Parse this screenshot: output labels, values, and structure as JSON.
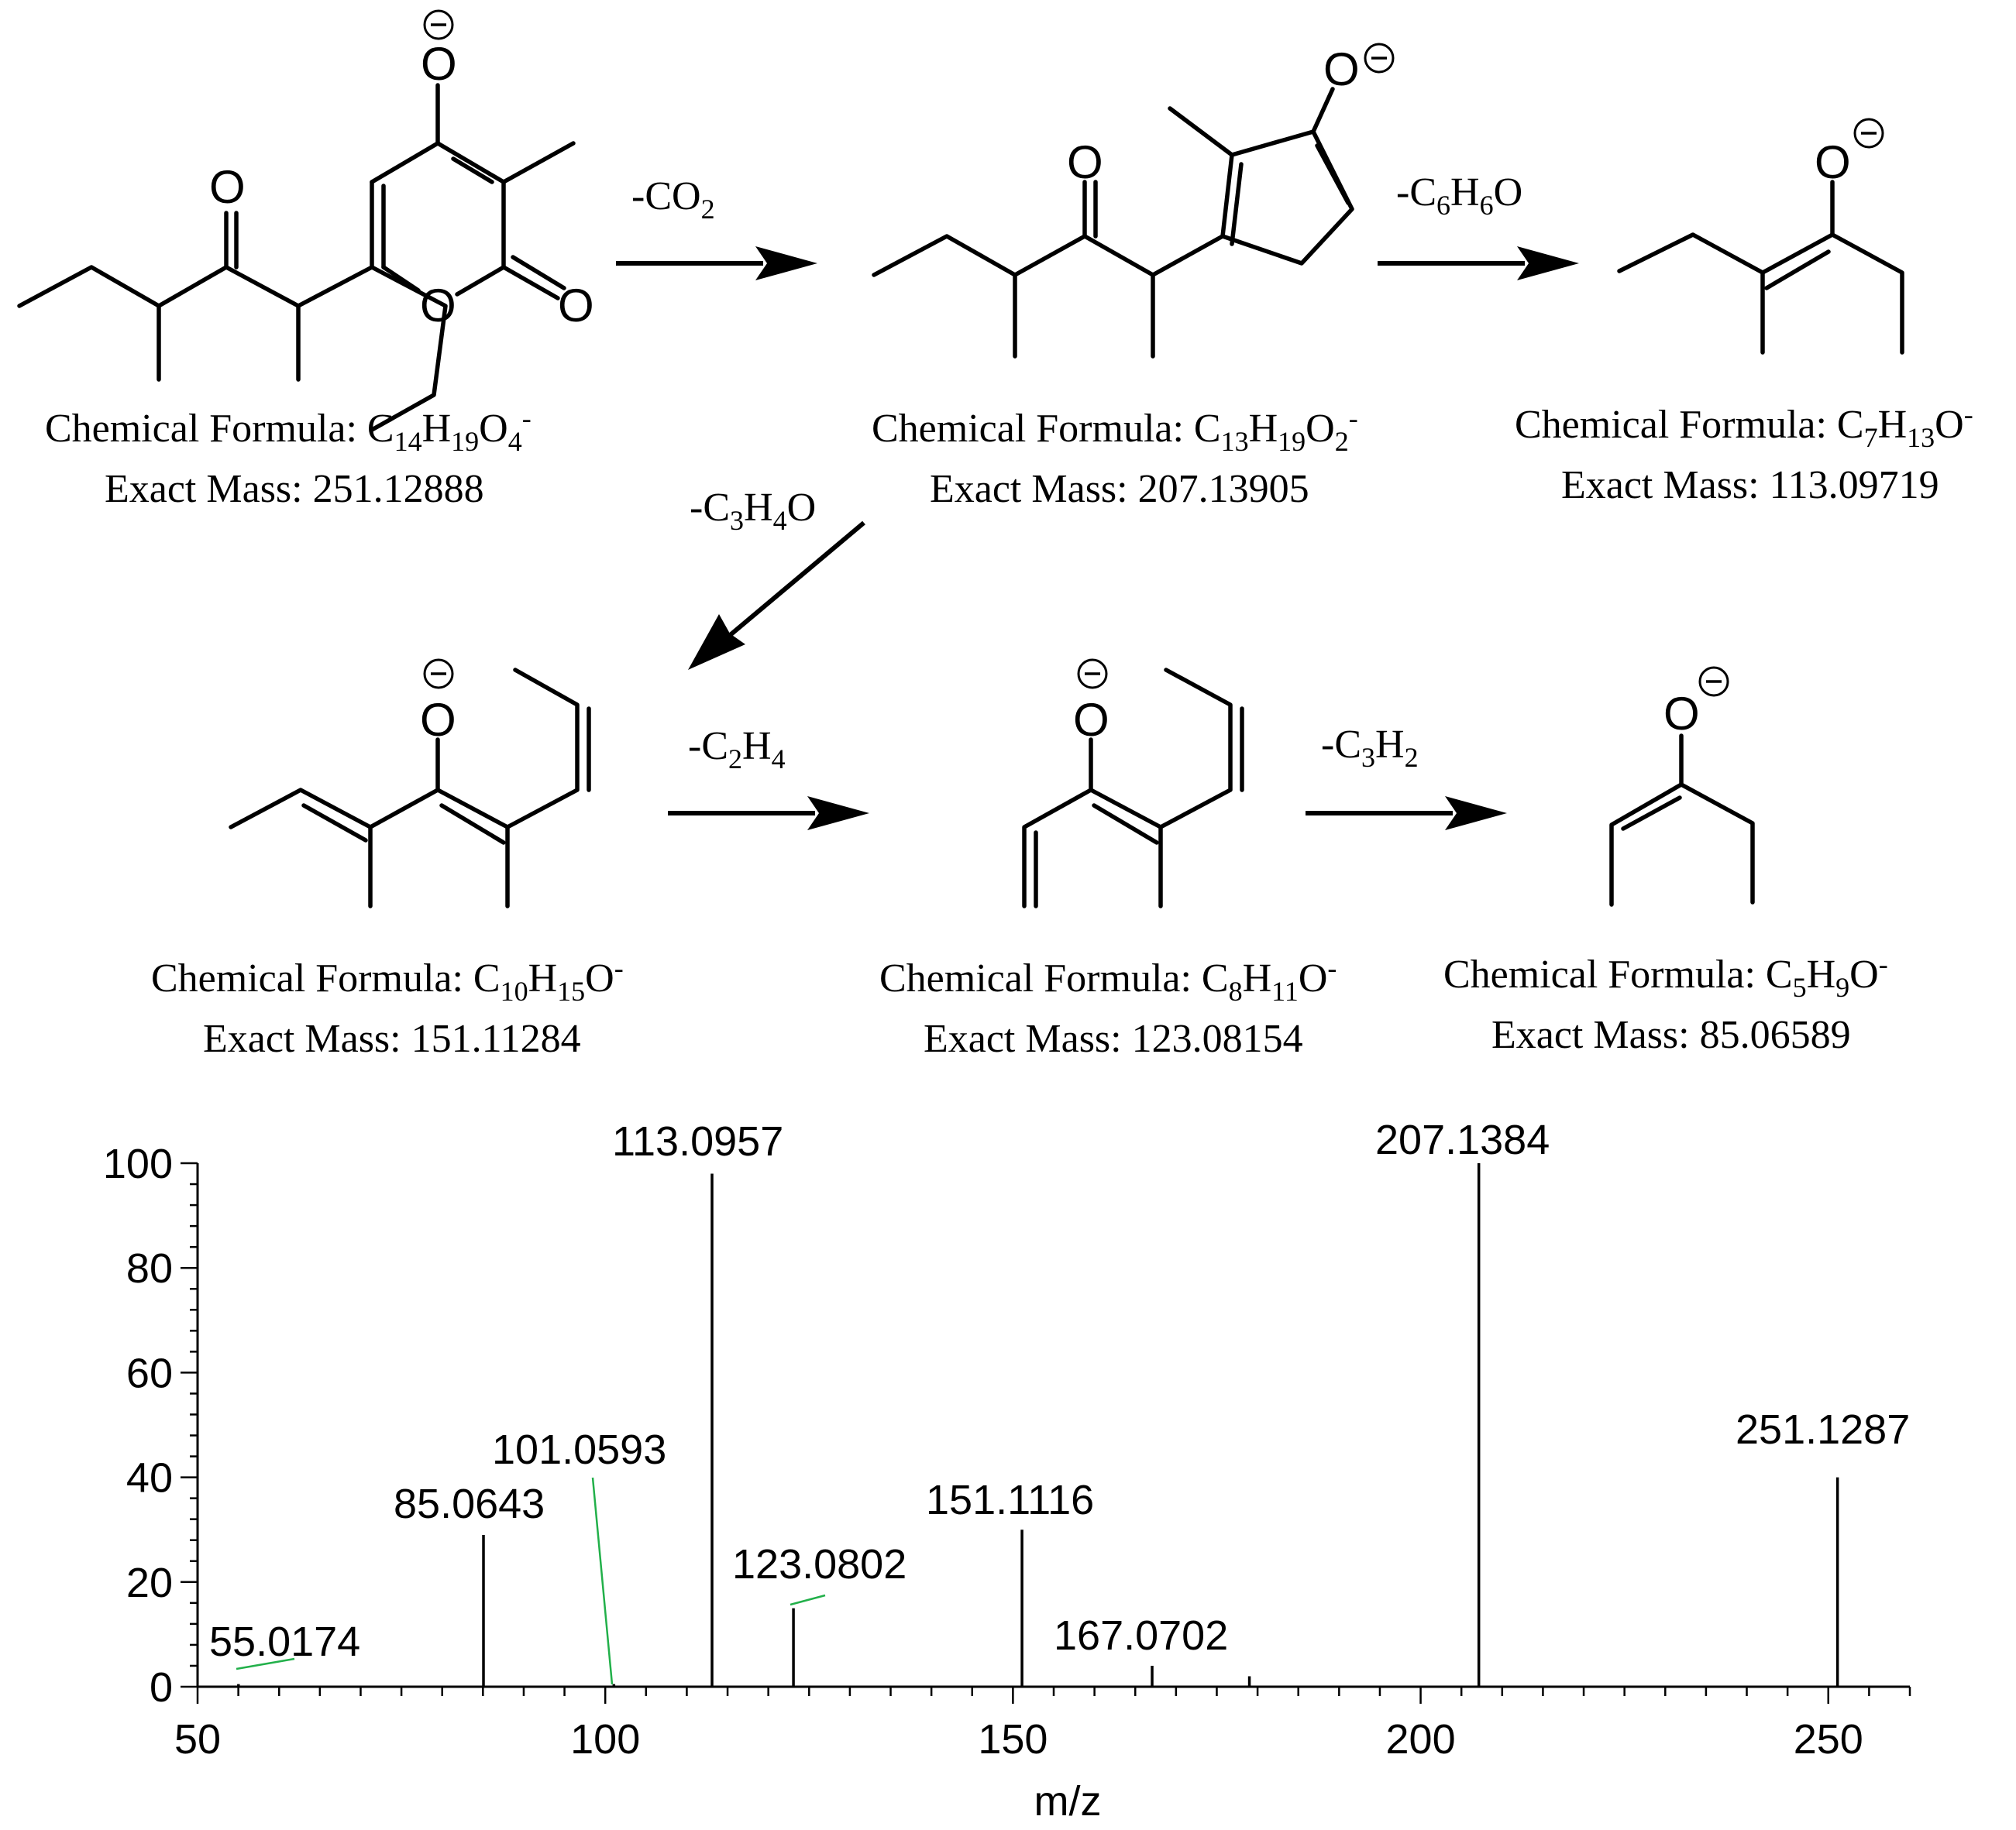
{
  "scheme": {
    "atoms": {
      "O": "O"
    },
    "losses": {
      "co2": {
        "pre": "-CO",
        "sub": "2",
        "post": ""
      },
      "c6h6o": {
        "pre": "-C",
        "sub": "6",
        "mid": "H",
        "sub2": "6",
        "post": "O"
      },
      "c3h4o": {
        "pre": "-C",
        "sub": "3",
        "mid": "H",
        "sub2": "4",
        "post": "O"
      },
      "c2h4": {
        "pre": "-C",
        "sub": "2",
        "mid": "H",
        "sub2": "4",
        "post": ""
      },
      "c3h2": {
        "pre": "-C",
        "sub": "3",
        "mid": "H",
        "sub2": "2",
        "post": ""
      }
    },
    "compounds": [
      {
        "formula_label": "Chemical Formula: C",
        "c": "14",
        "h": "19",
        "o": "4",
        "charge": "-",
        "mass_label": "Exact Mass: 251.12888"
      },
      {
        "formula_label": "Chemical Formula: C",
        "c": "13",
        "h": "19",
        "o": "2",
        "charge": "-",
        "mass_label": "Exact Mass: 207.13905"
      },
      {
        "formula_label": "Chemical Formula: C",
        "c": "7",
        "h": "13",
        "o": "",
        "charge": "-",
        "mass_label": "Exact Mass: 113.09719"
      },
      {
        "formula_label": "Chemical Formula: C",
        "c": "10",
        "h": "15",
        "o": "",
        "charge": "-",
        "mass_label": "Exact Mass: 151.11284"
      },
      {
        "formula_label": "Chemical Formula: C",
        "c": "8",
        "h": "11",
        "o": "",
        "charge": "-",
        "mass_label": "Exact Mass: 123.08154"
      },
      {
        "formula_label": "Chemical Formula: C",
        "c": "5",
        "h": "9",
        "o": "",
        "charge": "-",
        "mass_label": "Exact Mass: 85.06589"
      }
    ]
  },
  "chart_data": {
    "type": "bar",
    "xlabel": "m/z",
    "ylabel": "",
    "xlim": [
      50,
      260
    ],
    "ylim": [
      0,
      100
    ],
    "xticks": [
      50,
      100,
      150,
      200,
      250
    ],
    "yticks": [
      0,
      20,
      40,
      60,
      80,
      100
    ],
    "peaks": [
      {
        "mz": 55.0174,
        "intensity": 0.5,
        "label": "55.0174"
      },
      {
        "mz": 85.0643,
        "intensity": 29,
        "label": "85.0643"
      },
      {
        "mz": 101.0593,
        "intensity": 0.5,
        "label": "101.0593"
      },
      {
        "mz": 113.0957,
        "intensity": 98,
        "label": "113.0957"
      },
      {
        "mz": 123.0802,
        "intensity": 15,
        "label": "123.0802"
      },
      {
        "mz": 151.1116,
        "intensity": 30,
        "label": "151.1116"
      },
      {
        "mz": 167.0702,
        "intensity": 4,
        "label": "167.0702"
      },
      {
        "mz": 179,
        "intensity": 2,
        "label": ""
      },
      {
        "mz": 207.1384,
        "intensity": 100,
        "label": "207.1384"
      },
      {
        "mz": 251.1287,
        "intensity": 40,
        "label": "251.1287"
      }
    ]
  }
}
